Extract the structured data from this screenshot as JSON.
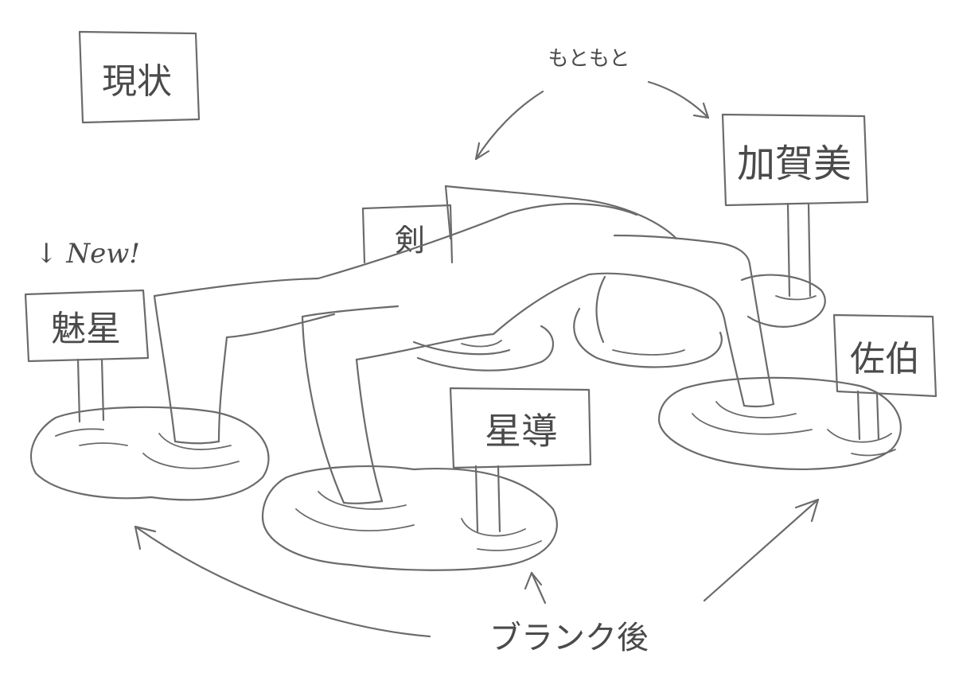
{
  "labels": {
    "current": "現状",
    "kagami": "加賀美",
    "tsurugi": "剣",
    "miyo": "魅星",
    "hoshimichi": "星導",
    "saiki": "佐伯"
  },
  "annotations": {
    "originally": "もともと",
    "new": "↓ New!",
    "after_blank": "ブランク後"
  },
  "colors": {
    "ink": "#6b6b6b",
    "paper": "#ffffff"
  }
}
